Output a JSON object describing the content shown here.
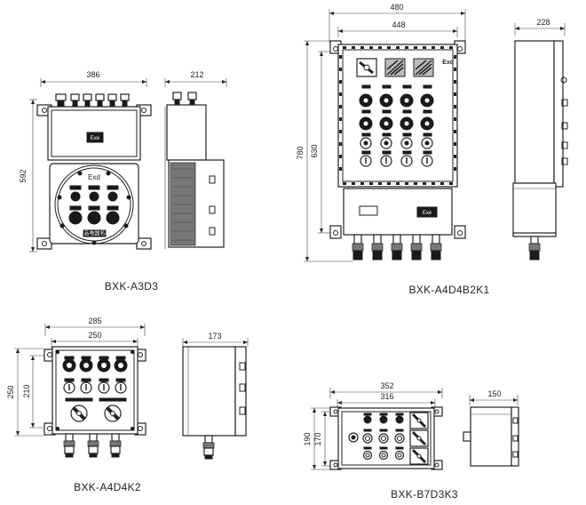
{
  "models": {
    "a": "BXK-A3D3",
    "b": "BXK-A4D4B2K1",
    "c": "BXK-A4D4K2",
    "d": "BXK-B7D3K3"
  },
  "dims": {
    "a_width": "386",
    "a_height": "592",
    "a_side": "212",
    "b_outer_width": "480",
    "b_inner_width": "448",
    "b_side": "228",
    "b_height_outer": "780",
    "b_height_inner": "630",
    "c_outer_width": "285",
    "c_inner_width": "250",
    "c_height_outer": "250",
    "c_height_inner": "210",
    "c_side": "173",
    "d_outer_width": "352",
    "d_inner_width": "316",
    "d_height_outer": "190",
    "d_height_inner": "170",
    "d_side": "150"
  },
  "markings": {
    "exe": "Exe",
    "exd": "Exd",
    "nameplate": "产品电器名称"
  }
}
